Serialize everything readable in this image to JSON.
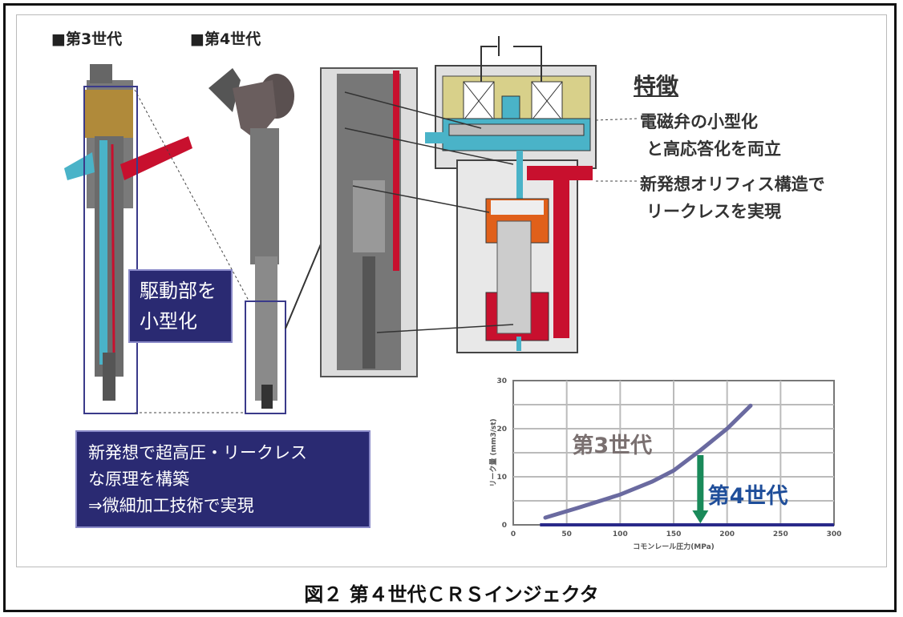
{
  "labels": {
    "gen3": "■第3世代",
    "gen4": "■第4世代",
    "features_title": "特徴",
    "features": [
      "電磁弁の小型化",
      "と高応答化を両立",
      "新発想オリフィス構造で",
      "リークレスを実現"
    ],
    "drive_box": [
      "駆動部を",
      "小型化"
    ],
    "principle_box": [
      "新発想で超高圧・リークレス",
      "な原理を構築",
      "⇒微細加工技術で実現"
    ],
    "caption": "図２ 第４世代ＣＲＳインジェクタ"
  },
  "colors": {
    "fuel_red": "#c8102e",
    "cyan": "#4ab3c8",
    "orange": "#e0601a",
    "coil_yellow": "#d8d08a",
    "navy": "#2a2a72",
    "arrow_green": "#1a8a5a",
    "gen4_blue": "#1f4e9a"
  },
  "chart_data": {
    "type": "line",
    "xlabel": "コモンレール圧力(MPa)",
    "ylabel": "リーク量 (mm3/st)",
    "xlim": [
      0,
      300
    ],
    "ylim": [
      0,
      30
    ],
    "xticks": [
      "0",
      "50",
      "100",
      "150",
      "200",
      "250",
      "300"
    ],
    "yticks": [
      "0",
      "10",
      "20",
      "30"
    ],
    "grid": true,
    "series": [
      {
        "name": "第3世代",
        "x": [
          30,
          60,
          100,
          130,
          150,
          175,
          200,
          222
        ],
        "y": [
          1.5,
          3.5,
          6.3,
          9,
          11.3,
          15.5,
          20,
          24.8
        ]
      },
      {
        "name": "第4世代",
        "x": [
          25,
          300
        ],
        "y": [
          0,
          0
        ]
      }
    ],
    "annotations": [
      "第3世代",
      "第4世代"
    ]
  }
}
